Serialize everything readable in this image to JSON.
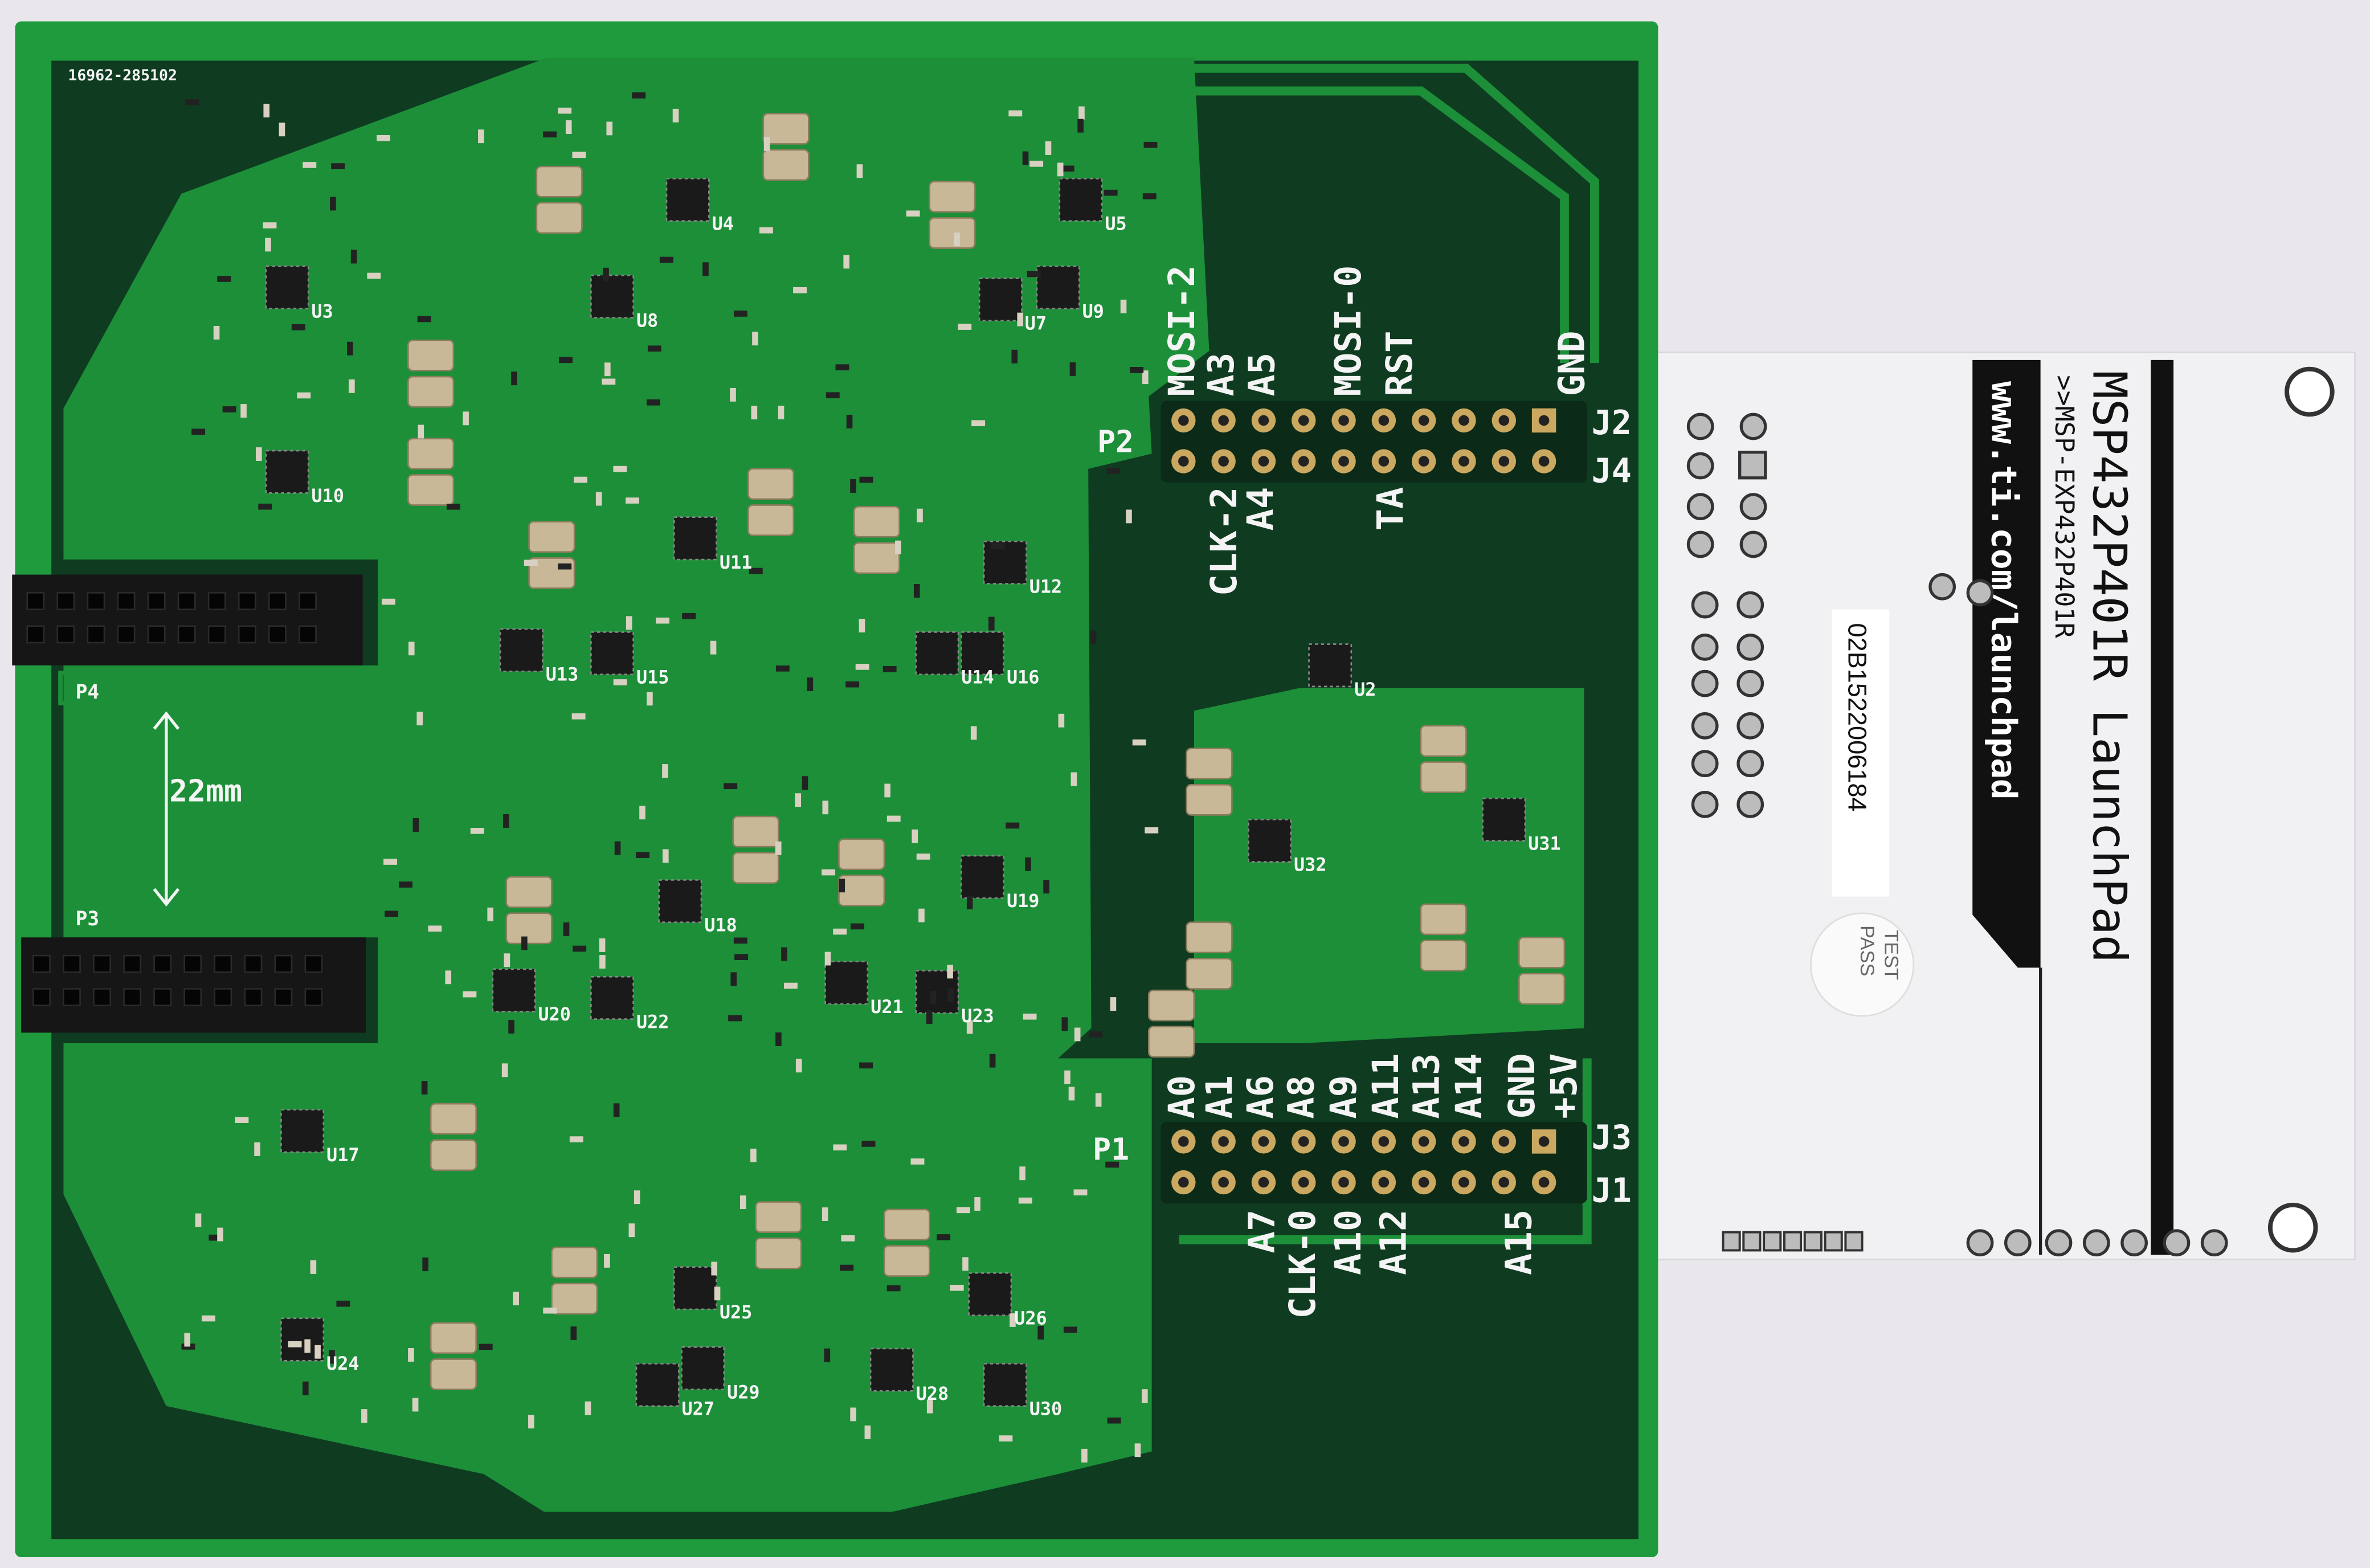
{
  "board": {
    "serial": "16962-285102",
    "dimension_label": "22mm",
    "connectors": {
      "p1": "P1",
      "p2": "P2",
      "p3": "P3",
      "p4": "P4",
      "j1": "J1",
      "j2": "J2",
      "j3": "J3",
      "j4": "J4"
    },
    "top_header_labels_upper": [
      "MOSI-2",
      "A3",
      "A5",
      "MOSI-0",
      "RST",
      "GND"
    ],
    "top_header_labels_lower": [
      "CLK-2",
      "A4",
      "TA"
    ],
    "bottom_header_labels_upper": [
      "A0",
      "A1",
      "A6",
      "A8",
      "A9",
      "A11",
      "A13",
      "A14",
      "GND",
      "+5V"
    ],
    "bottom_header_labels_lower": [
      "A7",
      "CLK-0",
      "A10",
      "A12",
      "A15"
    ],
    "ics": [
      "U3",
      "U10",
      "U4",
      "U8",
      "U5",
      "U7",
      "U9",
      "U11",
      "U13",
      "U15",
      "U12",
      "U14",
      "U16",
      "U2",
      "U32",
      "U31",
      "U18",
      "U19",
      "U22",
      "U20",
      "U21",
      "U23",
      "U17",
      "U24",
      "U25",
      "U27",
      "U26",
      "U28",
      "U30",
      "U29"
    ],
    "colors": {
      "solder_mask": "#1f9a3c",
      "copper_pour": "#0f3b21",
      "silkscreen": "#f4f4f4",
      "capacitor": "#c8b898",
      "ic": "#1a1a1a"
    }
  },
  "launchpad": {
    "title": "MSP432P401R LaunchPad",
    "subtitle": ">>MSP-EXP432P401R",
    "url": "www.ti.com/launchpad",
    "sticker_serial": "02B1522006184",
    "test_sticker": {
      "line1": "TEST",
      "line2": "PASS"
    },
    "colors": {
      "board": "#f1f1f3",
      "band": "#111111"
    }
  }
}
